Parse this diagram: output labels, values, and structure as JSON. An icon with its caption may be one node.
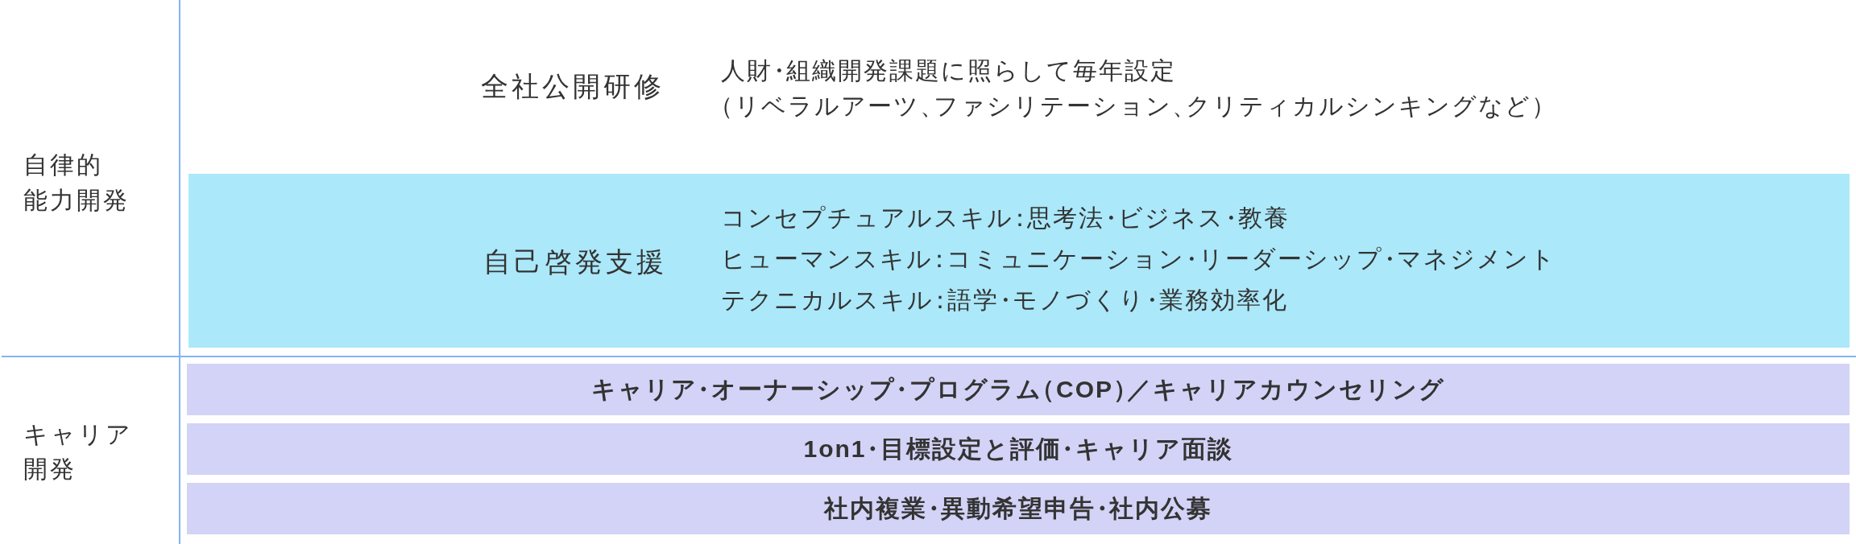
{
  "diagram": {
    "nodes": [
      {
        "text": [
          "自己啓発支援",
          "コンセプチュアルスキル：思考法・ビジネス・教養",
          "ヒューマンスキル：コミュニケーション・リーダーシップ・マネジメント",
          "テクニカルスキル：語学・モノづくり・業務効率化"
        ]
      },
      {
        "text": [
          "キャリア・オーナーシップ・プログラム（COP）／キャリアカウンセリング"
        ]
      },
      {
        "text": [
          "1on1・目標設定と評価・キャリア面談"
        ]
      },
      {
        "text": [
          "社内複業・異動希望申告・社内公募"
        ]
      }
    ],
    "labels": [
      "自律的能力開発",
      "全社公開研修",
      "人財・組織開発課題に照らして毎年設定",
      "（リベラルアーツ、ファシリテーション、クリティカルシンキングなど）",
      "キャリア開発"
    ]
  }
}
